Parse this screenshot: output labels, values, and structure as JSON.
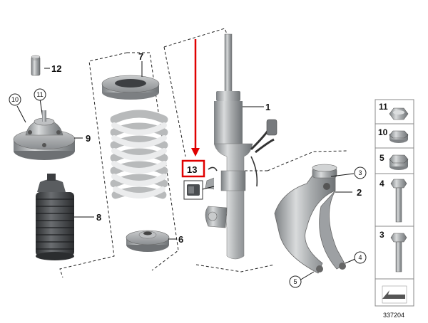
{
  "diagram": {
    "callouts": {
      "c1": "1",
      "c2": "2",
      "c3": "3",
      "c4": "4",
      "c5": "5",
      "c6": "6",
      "c7": "7",
      "c8": "8",
      "c9": "9",
      "c10": "10",
      "c11": "11",
      "c12": "12",
      "c13": "13"
    },
    "circled": {
      "c3": "3",
      "c4": "4",
      "c5": "5",
      "c10": "10",
      "c11": "11"
    },
    "table": {
      "r11": "11",
      "r10": "10",
      "r5": "5",
      "r4": "4",
      "r3": "3"
    },
    "ref_number": "337204",
    "highlight_color": "#e00000"
  }
}
